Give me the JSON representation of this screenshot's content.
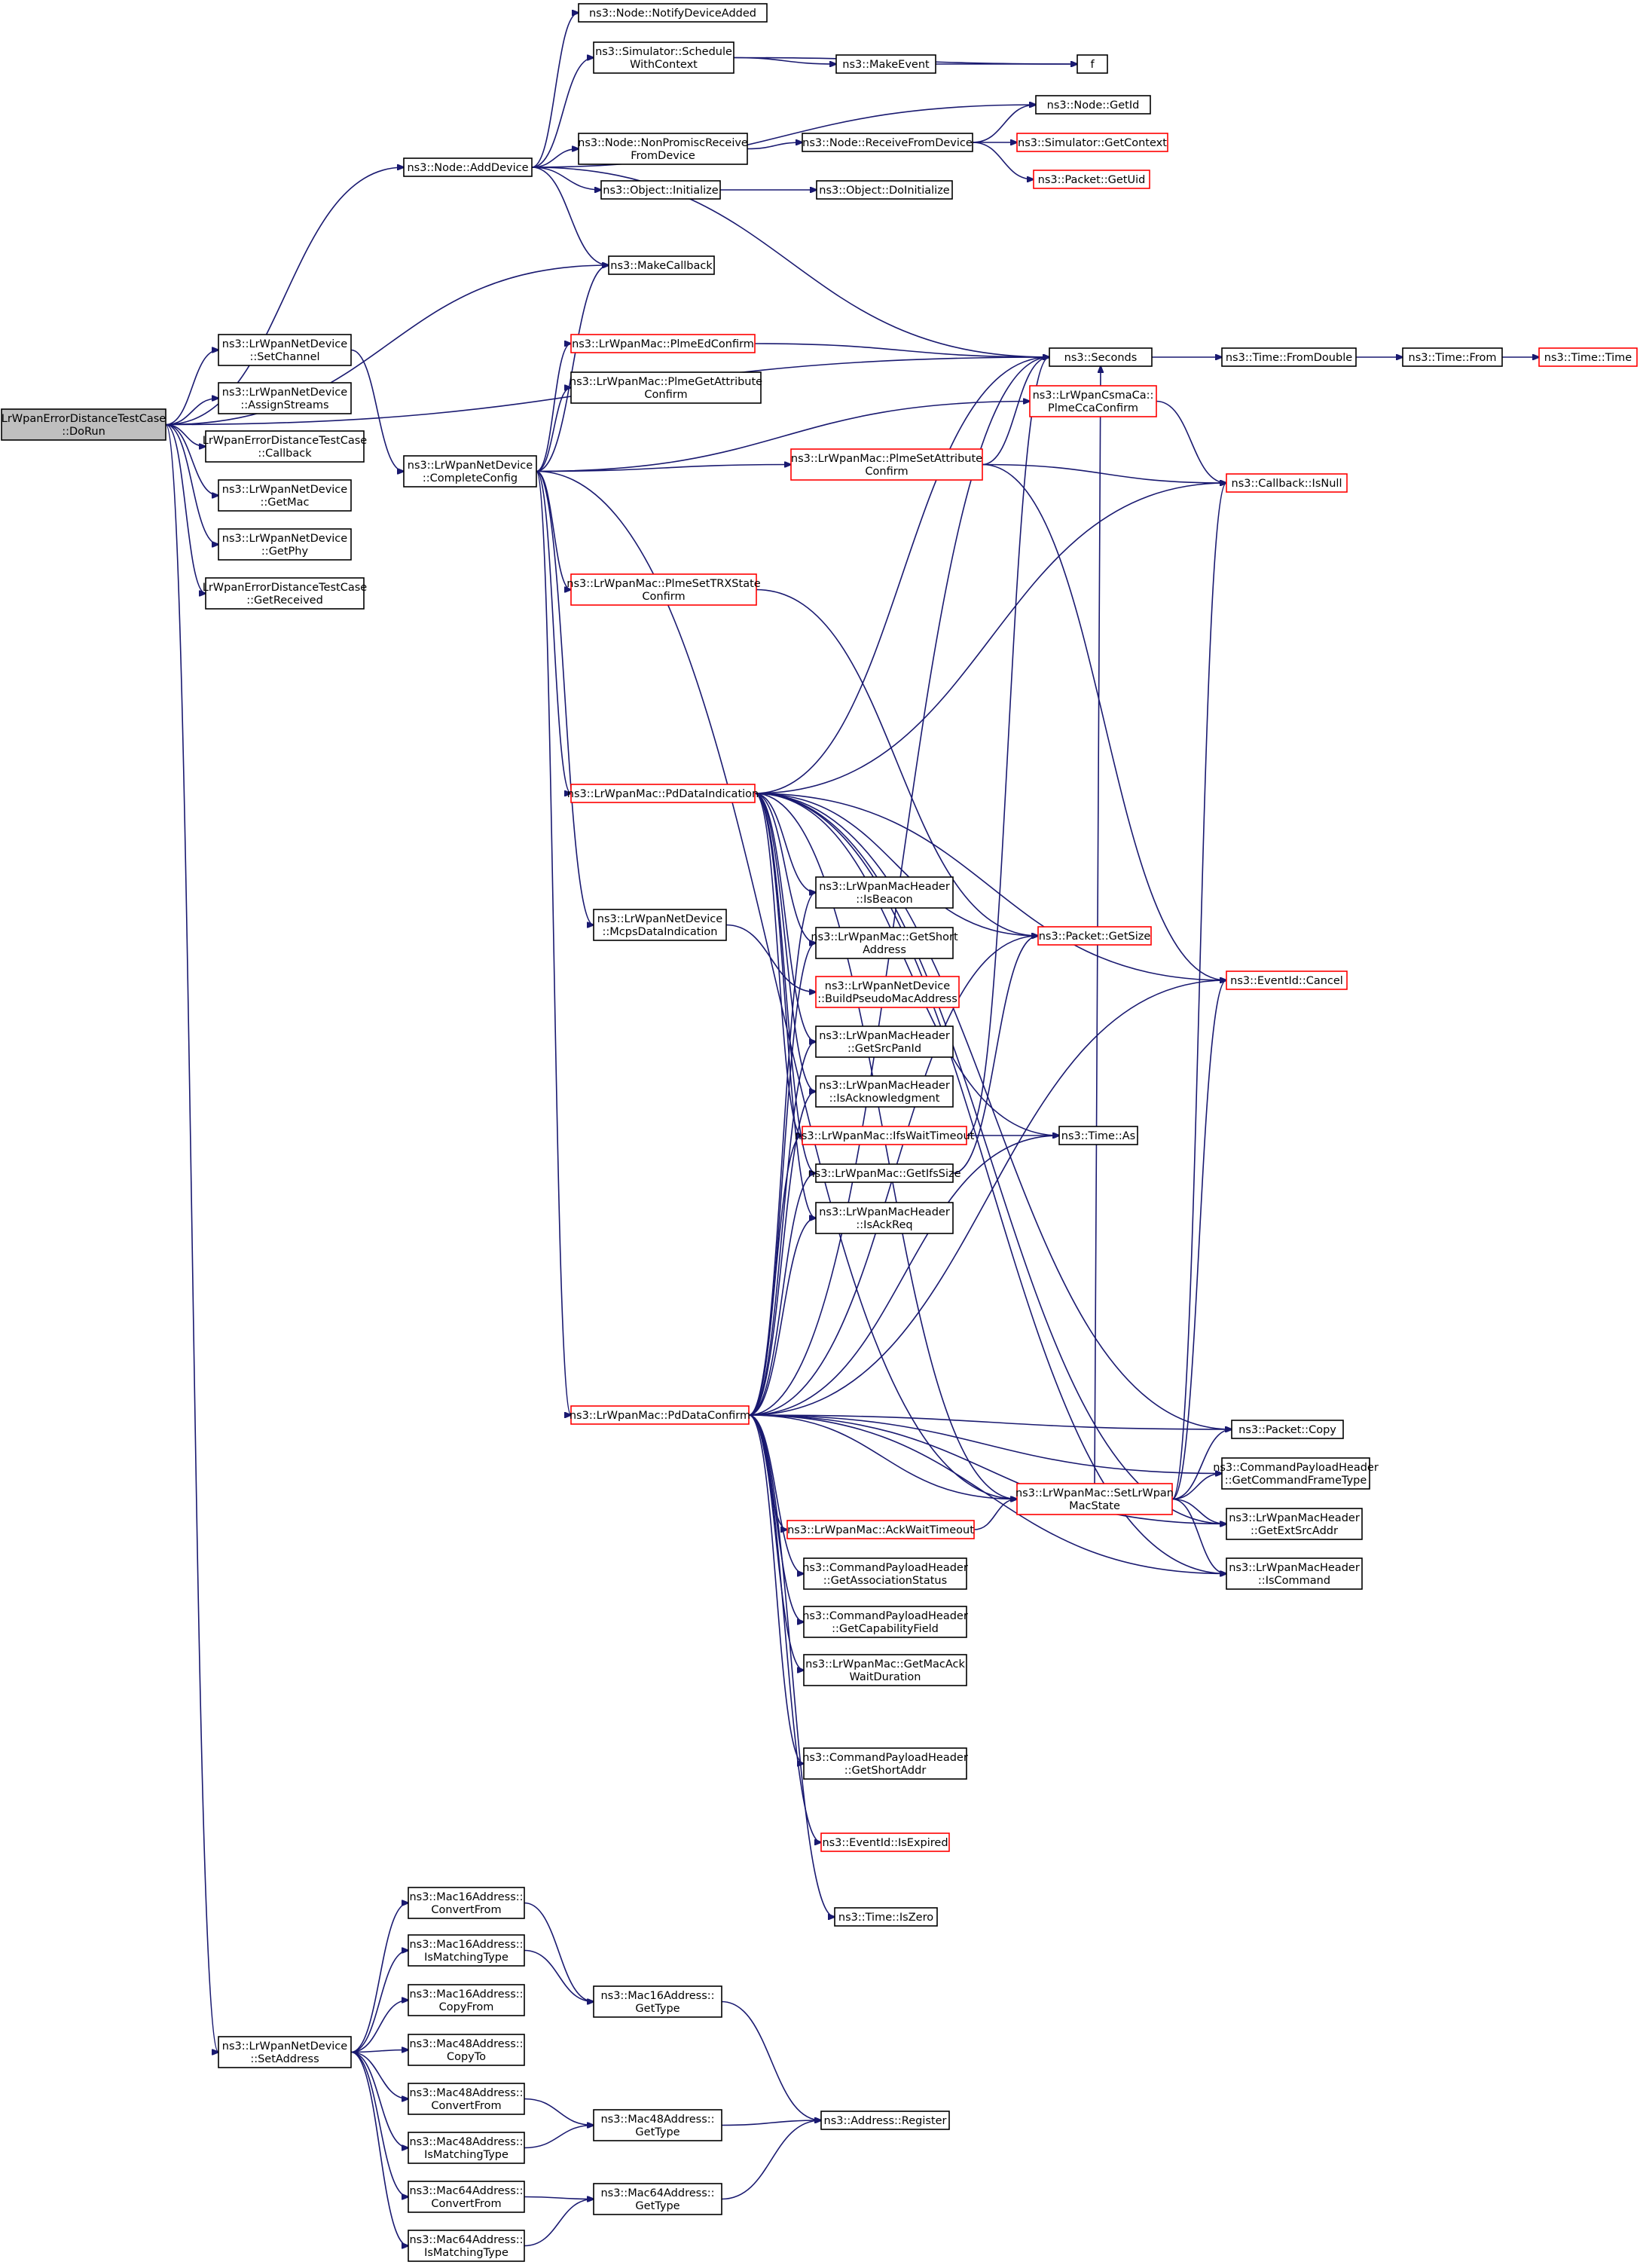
{
  "colors": {
    "edge": "#191970",
    "node_border": "#000000",
    "node_border_truncated": "#ff0000",
    "root_fill": "#bfbfbf"
  },
  "nodes": [
    {
      "id": "root",
      "lines": [
        "LrWpanErrorDistanceTestCase",
        "::DoRun"
      ],
      "root": true
    },
    {
      "id": "addDevice",
      "lines": [
        "ns3::Node::AddDevice"
      ]
    },
    {
      "id": "notifyDeviceAdded",
      "lines": [
        "ns3::Node::NotifyDeviceAdded"
      ]
    },
    {
      "id": "scheduleWithContext",
      "lines": [
        "ns3::Simulator::Schedule",
        "WithContext"
      ]
    },
    {
      "id": "makeEvent",
      "lines": [
        "ns3::MakeEvent"
      ]
    },
    {
      "id": "f",
      "lines": [
        "f"
      ]
    },
    {
      "id": "getId",
      "lines": [
        "ns3::Node::GetId"
      ]
    },
    {
      "id": "nonPromisc",
      "lines": [
        "ns3::Node::NonPromiscReceive",
        "FromDevice"
      ]
    },
    {
      "id": "receiveFromDevice",
      "lines": [
        "ns3::Node::ReceiveFromDevice"
      ]
    },
    {
      "id": "getContext",
      "lines": [
        "ns3::Simulator::GetContext"
      ],
      "red": true
    },
    {
      "id": "getUid",
      "lines": [
        "ns3::Packet::GetUid"
      ],
      "red": true
    },
    {
      "id": "objInitialize",
      "lines": [
        "ns3::Object::Initialize"
      ]
    },
    {
      "id": "doInitialize",
      "lines": [
        "ns3::Object::DoInitialize"
      ]
    },
    {
      "id": "makeCallback",
      "lines": [
        "ns3::MakeCallback"
      ]
    },
    {
      "id": "setChannel",
      "lines": [
        "ns3::LrWpanNetDevice",
        "::SetChannel"
      ]
    },
    {
      "id": "assignStreams",
      "lines": [
        "ns3::LrWpanNetDevice",
        "::AssignStreams"
      ]
    },
    {
      "id": "callback",
      "lines": [
        "LrWpanErrorDistanceTestCase",
        "::Callback"
      ]
    },
    {
      "id": "getMac",
      "lines": [
        "ns3::LrWpanNetDevice",
        "::GetMac"
      ]
    },
    {
      "id": "getPhy",
      "lines": [
        "ns3::LrWpanNetDevice",
        "::GetPhy"
      ]
    },
    {
      "id": "getReceived",
      "lines": [
        "LrWpanErrorDistanceTestCase",
        "::GetReceived"
      ]
    },
    {
      "id": "completeConfig",
      "lines": [
        "ns3::LrWpanNetDevice",
        "::CompleteConfig"
      ]
    },
    {
      "id": "plmeEdConfirm",
      "lines": [
        "ns3::LrWpanMac::PlmeEdConfirm"
      ],
      "red": true
    },
    {
      "id": "plmeGetAttr",
      "lines": [
        "ns3::LrWpanMac::PlmeGetAttribute",
        "Confirm"
      ]
    },
    {
      "id": "plmeSetAttr",
      "lines": [
        "ns3::LrWpanMac::PlmeSetAttribute",
        "Confirm"
      ],
      "red": true
    },
    {
      "id": "plmeSetTrx",
      "lines": [
        "ns3::LrWpanMac::PlmeSetTRXState",
        "Confirm"
      ],
      "red": true
    },
    {
      "id": "pdDataIndication",
      "lines": [
        "ns3::LrWpanMac::PdDataIndication"
      ],
      "red": true
    },
    {
      "id": "mcpsDataIndication",
      "lines": [
        "ns3::LrWpanNetDevice",
        "::McpsDataIndication"
      ]
    },
    {
      "id": "pdDataConfirm",
      "lines": [
        "ns3::LrWpanMac::PdDataConfirm"
      ],
      "red": true
    },
    {
      "id": "seconds",
      "lines": [
        "ns3::Seconds"
      ]
    },
    {
      "id": "fromDouble",
      "lines": [
        "ns3::Time::FromDouble"
      ]
    },
    {
      "id": "timeFrom",
      "lines": [
        "ns3::Time::From"
      ]
    },
    {
      "id": "timeTime",
      "lines": [
        "ns3::Time::Time"
      ],
      "red": true
    },
    {
      "id": "plmeCca",
      "lines": [
        "ns3::LrWpanCsmaCa::",
        "PlmeCcaConfirm"
      ],
      "red": true
    },
    {
      "id": "isNull",
      "lines": [
        "ns3::Callback::IsNull"
      ],
      "red": true
    },
    {
      "id": "isBeacon",
      "lines": [
        "ns3::LrWpanMacHeader",
        "::IsBeacon"
      ]
    },
    {
      "id": "getShortAddress",
      "lines": [
        "ns3::LrWpanMac::GetShort",
        "Address"
      ]
    },
    {
      "id": "buildPseudo",
      "lines": [
        "ns3::LrWpanNetDevice",
        "::BuildPseudoMacAddress"
      ],
      "red": true
    },
    {
      "id": "getSrcPanId",
      "lines": [
        "ns3::LrWpanMacHeader",
        "::GetSrcPanId"
      ]
    },
    {
      "id": "isAck",
      "lines": [
        "ns3::LrWpanMacHeader",
        "::IsAcknowledgment"
      ]
    },
    {
      "id": "ifsWaitTimeout",
      "lines": [
        "ns3::LrWpanMac::IfsWaitTimeout"
      ],
      "red": true
    },
    {
      "id": "getIfsSize",
      "lines": [
        "ns3::LrWpanMac::GetIfsSize"
      ]
    },
    {
      "id": "isAckReq",
      "lines": [
        "ns3::LrWpanMacHeader",
        "::IsAckReq"
      ]
    },
    {
      "id": "packetGetSize",
      "lines": [
        "ns3::Packet::GetSize"
      ],
      "red": true
    },
    {
      "id": "timeAs",
      "lines": [
        "ns3::Time::As"
      ]
    },
    {
      "id": "eventCancel",
      "lines": [
        "ns3::EventId::Cancel"
      ],
      "red": true
    },
    {
      "id": "packetCopy",
      "lines": [
        "ns3::Packet::Copy"
      ]
    },
    {
      "id": "getCmdFrameType",
      "lines": [
        "ns3::CommandPayloadHeader",
        "::GetCommandFrameType"
      ]
    },
    {
      "id": "setLrWpanMacState",
      "lines": [
        "ns3::LrWpanMac::SetLrWpan",
        "MacState"
      ],
      "red": true
    },
    {
      "id": "getExtSrcAddr",
      "lines": [
        "ns3::LrWpanMacHeader",
        "::GetExtSrcAddr"
      ]
    },
    {
      "id": "isCommand",
      "lines": [
        "ns3::LrWpanMacHeader",
        "::IsCommand"
      ]
    },
    {
      "id": "ackWaitTimeout",
      "lines": [
        "ns3::LrWpanMac::AckWaitTimeout"
      ],
      "red": true
    },
    {
      "id": "getAssocStatus",
      "lines": [
        "ns3::CommandPayloadHeader",
        "::GetAssociationStatus"
      ]
    },
    {
      "id": "getCapField",
      "lines": [
        "ns3::CommandPayloadHeader",
        "::GetCapabilityField"
      ]
    },
    {
      "id": "getMacAckWait",
      "lines": [
        "ns3::LrWpanMac::GetMacAck",
        "WaitDuration"
      ]
    },
    {
      "id": "getShortAddr",
      "lines": [
        "ns3::CommandPayloadHeader",
        "::GetShortAddr"
      ]
    },
    {
      "id": "isExpired",
      "lines": [
        "ns3::EventId::IsExpired"
      ],
      "red": true
    },
    {
      "id": "isZero",
      "lines": [
        "ns3::Time::IsZero"
      ]
    },
    {
      "id": "setAddress",
      "lines": [
        "ns3::LrWpanNetDevice",
        "::SetAddress"
      ]
    },
    {
      "id": "m16ConvertFrom",
      "lines": [
        "ns3::Mac16Address::",
        "ConvertFrom"
      ]
    },
    {
      "id": "m16IsMatching",
      "lines": [
        "ns3::Mac16Address::",
        "IsMatchingType"
      ]
    },
    {
      "id": "m16CopyFrom",
      "lines": [
        "ns3::Mac16Address::",
        "CopyFrom"
      ]
    },
    {
      "id": "m48CopyTo",
      "lines": [
        "ns3::Mac48Address::",
        "CopyTo"
      ]
    },
    {
      "id": "m48ConvertFrom",
      "lines": [
        "ns3::Mac48Address::",
        "ConvertFrom"
      ]
    },
    {
      "id": "m48IsMatching",
      "lines": [
        "ns3::Mac48Address::",
        "IsMatchingType"
      ]
    },
    {
      "id": "m64ConvertFrom",
      "lines": [
        "ns3::Mac64Address::",
        "ConvertFrom"
      ]
    },
    {
      "id": "m64IsMatching",
      "lines": [
        "ns3::Mac64Address::",
        "IsMatchingType"
      ]
    },
    {
      "id": "m16GetType",
      "lines": [
        "ns3::Mac16Address::",
        "GetType"
      ]
    },
    {
      "id": "m48GetType",
      "lines": [
        "ns3::Mac48Address::",
        "GetType"
      ]
    },
    {
      "id": "m64GetType",
      "lines": [
        "ns3::Mac64Address::",
        "GetType"
      ]
    },
    {
      "id": "addrRegister",
      "lines": [
        "ns3::Address::Register"
      ]
    }
  ],
  "edges": [
    [
      "root",
      "addDevice"
    ],
    [
      "root",
      "makeCallback"
    ],
    [
      "root",
      "seconds"
    ],
    [
      "root",
      "setChannel"
    ],
    [
      "root",
      "assignStreams"
    ],
    [
      "root",
      "callback"
    ],
    [
      "root",
      "getMac"
    ],
    [
      "root",
      "getPhy"
    ],
    [
      "root",
      "getReceived"
    ],
    [
      "root",
      "setAddress"
    ],
    [
      "addDevice",
      "notifyDeviceAdded"
    ],
    [
      "addDevice",
      "scheduleWithContext"
    ],
    [
      "addDevice",
      "getId"
    ],
    [
      "addDevice",
      "nonPromisc"
    ],
    [
      "addDevice",
      "objInitialize"
    ],
    [
      "addDevice",
      "makeCallback"
    ],
    [
      "addDevice",
      "seconds"
    ],
    [
      "scheduleWithContext",
      "f"
    ],
    [
      "scheduleWithContext",
      "makeEvent"
    ],
    [
      "makeEvent",
      "f"
    ],
    [
      "nonPromisc",
      "receiveFromDevice"
    ],
    [
      "receiveFromDevice",
      "getId"
    ],
    [
      "receiveFromDevice",
      "getContext"
    ],
    [
      "receiveFromDevice",
      "getUid"
    ],
    [
      "objInitialize",
      "doInitialize"
    ],
    [
      "setChannel",
      "completeConfig"
    ],
    [
      "completeConfig",
      "makeCallback"
    ],
    [
      "completeConfig",
      "plmeEdConfirm"
    ],
    [
      "completeConfig",
      "plmeGetAttr"
    ],
    [
      "completeConfig",
      "plmeCca"
    ],
    [
      "completeConfig",
      "plmeSetAttr"
    ],
    [
      "completeConfig",
      "plmeSetTrx"
    ],
    [
      "completeConfig",
      "pdDataIndication"
    ],
    [
      "completeConfig",
      "mcpsDataIndication"
    ],
    [
      "completeConfig",
      "pdDataConfirm"
    ],
    [
      "completeConfig",
      "setLrWpanMacState"
    ],
    [
      "plmeEdConfirm",
      "seconds"
    ],
    [
      "seconds",
      "fromDouble"
    ],
    [
      "fromDouble",
      "timeFrom"
    ],
    [
      "timeFrom",
      "timeTime"
    ],
    [
      "plmeSetAttr",
      "seconds"
    ],
    [
      "plmeSetAttr",
      "isNull"
    ],
    [
      "plmeSetAttr",
      "eventCancel"
    ],
    [
      "plmeCca",
      "isNull"
    ],
    [
      "plmeSetTrx",
      "packetGetSize"
    ],
    [
      "mcpsDataIndication",
      "buildPseudo"
    ],
    [
      "pdDataIndication",
      "seconds"
    ],
    [
      "pdDataIndication",
      "isNull"
    ],
    [
      "pdDataIndication",
      "eventCancel"
    ],
    [
      "pdDataIndication",
      "packetCopy"
    ],
    [
      "pdDataIndication",
      "getExtSrcAddr"
    ],
    [
      "pdDataIndication",
      "isCommand"
    ],
    [
      "pdDataIndication",
      "packetGetSize"
    ],
    [
      "pdDataIndication",
      "timeAs"
    ],
    [
      "pdDataIndication",
      "setLrWpanMacState"
    ],
    [
      "pdDataIndication",
      "isBeacon"
    ],
    [
      "pdDataIndication",
      "getShortAddress"
    ],
    [
      "pdDataIndication",
      "getSrcPanId"
    ],
    [
      "pdDataIndication",
      "isAck"
    ],
    [
      "pdDataIndication",
      "ifsWaitTimeout"
    ],
    [
      "pdDataIndication",
      "getIfsSize"
    ],
    [
      "pdDataIndication",
      "isAckReq"
    ],
    [
      "ifsWaitTimeout",
      "seconds"
    ],
    [
      "ifsWaitTimeout",
      "timeAs"
    ],
    [
      "getIfsSize",
      "packetGetSize"
    ],
    [
      "pdDataConfirm",
      "isBeacon"
    ],
    [
      "pdDataConfirm",
      "getShortAddress"
    ],
    [
      "pdDataConfirm",
      "getSrcPanId"
    ],
    [
      "pdDataConfirm",
      "isAck"
    ],
    [
      "pdDataConfirm",
      "ifsWaitTimeout"
    ],
    [
      "pdDataConfirm",
      "getIfsSize"
    ],
    [
      "pdDataConfirm",
      "isAckReq"
    ],
    [
      "pdDataConfirm",
      "seconds"
    ],
    [
      "pdDataConfirm",
      "packetGetSize"
    ],
    [
      "pdDataConfirm",
      "timeAs"
    ],
    [
      "pdDataConfirm",
      "eventCancel"
    ],
    [
      "pdDataConfirm",
      "packetCopy"
    ],
    [
      "pdDataConfirm",
      "setLrWpanMacState"
    ],
    [
      "pdDataConfirm",
      "ackWaitTimeout"
    ],
    [
      "pdDataConfirm",
      "getAssocStatus"
    ],
    [
      "pdDataConfirm",
      "getCapField"
    ],
    [
      "pdDataConfirm",
      "getMacAckWait"
    ],
    [
      "pdDataConfirm",
      "getCmdFrameType"
    ],
    [
      "pdDataConfirm",
      "getShortAddr"
    ],
    [
      "pdDataConfirm",
      "getExtSrcAddr"
    ],
    [
      "pdDataConfirm",
      "isExpired"
    ],
    [
      "pdDataConfirm",
      "isCommand"
    ],
    [
      "pdDataConfirm",
      "isZero"
    ],
    [
      "ackWaitTimeout",
      "setLrWpanMacState"
    ],
    [
      "setLrWpanMacState",
      "seconds"
    ],
    [
      "setLrWpanMacState",
      "isNull"
    ],
    [
      "setLrWpanMacState",
      "eventCancel"
    ],
    [
      "setLrWpanMacState",
      "packetCopy"
    ],
    [
      "setLrWpanMacState",
      "getCmdFrameType"
    ],
    [
      "setLrWpanMacState",
      "getExtSrcAddr"
    ],
    [
      "setLrWpanMacState",
      "isCommand"
    ],
    [
      "setAddress",
      "m16ConvertFrom"
    ],
    [
      "setAddress",
      "m16IsMatching"
    ],
    [
      "setAddress",
      "m16CopyFrom"
    ],
    [
      "setAddress",
      "m48CopyTo"
    ],
    [
      "setAddress",
      "m48ConvertFrom"
    ],
    [
      "setAddress",
      "m48IsMatching"
    ],
    [
      "setAddress",
      "m64ConvertFrom"
    ],
    [
      "setAddress",
      "m64IsMatching"
    ],
    [
      "m16ConvertFrom",
      "m16GetType"
    ],
    [
      "m16IsMatching",
      "m16GetType"
    ],
    [
      "m48ConvertFrom",
      "m48GetType"
    ],
    [
      "m48IsMatching",
      "m48GetType"
    ],
    [
      "m64ConvertFrom",
      "m64GetType"
    ],
    [
      "m64IsMatching",
      "m64GetType"
    ],
    [
      "m16GetType",
      "addrRegister"
    ],
    [
      "m48GetType",
      "addrRegister"
    ],
    [
      "m64GetType",
      "addrRegister"
    ]
  ]
}
